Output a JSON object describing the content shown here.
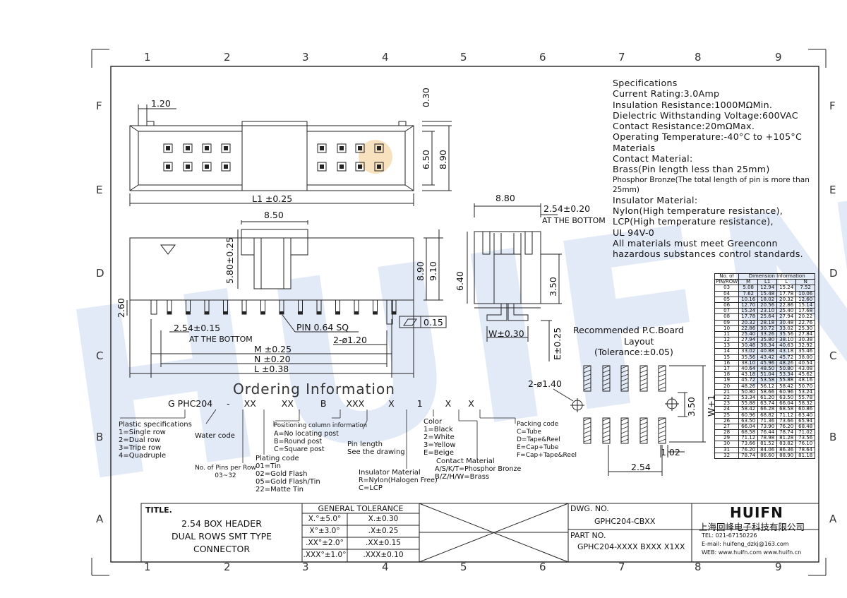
{
  "grid": {
    "columns": [
      "1",
      "2",
      "3",
      "4",
      "5",
      "6",
      "7",
      "8",
      "9"
    ],
    "rows": [
      "F",
      "E",
      "D",
      "C",
      "B",
      "A"
    ]
  },
  "specs": {
    "lines": [
      "Specifications",
      "Current Rating:3.0Amp",
      "Insulation Resistance:1000MΩMin.",
      "Dielectric Withstanding Voltage:600VAC",
      "Contact Resistance:20mΩMax.",
      "Operating Temperature:-40°C to +105°C",
      "Materials",
      "Contact Material:",
      "Brass(Pin length less than 25mm)"
    ],
    "small": "Phosphor Bronze(The total length of pin is more than 25mm)",
    "lines2": [
      "Insulator Material:",
      "Nylon(High temperature resistance),",
      "LCP(High temperature resistance),",
      "UL 94V-0",
      "All materials must meet Greenconn",
      "hazardous substances control standards."
    ]
  },
  "dims_table": {
    "header_top": [
      "No. of",
      "Dimension Information"
    ],
    "header_bottom": [
      "PIN/ROW",
      "M",
      "L1",
      "L",
      "N"
    ],
    "rows": [
      [
        "03",
        "5.08",
        "12.94",
        "15.24",
        "7.52"
      ],
      [
        "04",
        "7.62",
        "15.48",
        "17.78",
        "10.06"
      ],
      [
        "05",
        "10.16",
        "18.02",
        "20.32",
        "12.60"
      ],
      [
        "06",
        "12.70",
        "20.56",
        "22.86",
        "15.14"
      ],
      [
        "07",
        "15.24",
        "23.10",
        "25.40",
        "17.68"
      ],
      [
        "08",
        "17.78",
        "25.64",
        "27.94",
        "20.22"
      ],
      [
        "09",
        "20.32",
        "28.18",
        "30.48",
        "22.76"
      ],
      [
        "10",
        "22.86",
        "30.72",
        "33.02",
        "25.30"
      ],
      [
        "11",
        "25.40",
        "33.26",
        "35.56",
        "27.84"
      ],
      [
        "12",
        "27.94",
        "35.80",
        "38.10",
        "30.38"
      ],
      [
        "13",
        "30.48",
        "38.34",
        "40.63",
        "32.92"
      ],
      [
        "14",
        "33.02",
        "40.88",
        "43.18",
        "35.46"
      ],
      [
        "15",
        "35.56",
        "43.42",
        "45.72",
        "38.00"
      ],
      [
        "16",
        "38.10",
        "45.96",
        "48.26",
        "40.54"
      ],
      [
        "17",
        "40.64",
        "48.50",
        "50.80",
        "43.08"
      ],
      [
        "18",
        "43.18",
        "51.04",
        "53.34",
        "45.62"
      ],
      [
        "19",
        "45.72",
        "53.58",
        "55.88",
        "48.16"
      ],
      [
        "20",
        "48.26",
        "56.12",
        "58.42",
        "50.70"
      ],
      [
        "21",
        "50.80",
        "58.66",
        "60.96",
        "53.24"
      ],
      [
        "22",
        "53.34",
        "61.20",
        "63.50",
        "55.78"
      ],
      [
        "23",
        "55.88",
        "63.74",
        "66.04",
        "58.32"
      ],
      [
        "24",
        "58.42",
        "66.28",
        "68.58",
        "60.86"
      ],
      [
        "25",
        "60.96",
        "68.82",
        "71.12",
        "63.40"
      ],
      [
        "26",
        "63.50",
        "71.36",
        "73.66",
        "65.94"
      ],
      [
        "27",
        "66.04",
        "73.90",
        "76.20",
        "68.48"
      ],
      [
        "28",
        "68.58",
        "76.44",
        "78.74",
        "71.02"
      ],
      [
        "29",
        "71.12",
        "78.98",
        "81.28",
        "73.56"
      ],
      [
        "30",
        "73.66",
        "81.52",
        "83.82",
        "76.10"
      ],
      [
        "31",
        "76.20",
        "84.06",
        "86.36",
        "78.64"
      ],
      [
        "32",
        "78.74",
        "86.60",
        "88.90",
        "81.18"
      ]
    ]
  },
  "drawing": {
    "dim_120": "1.20",
    "dim_030": "0.30",
    "dim_650": "6.50",
    "dim_890": "8.90",
    "dim_L1": "L1 ±0.25",
    "dim_850": "8.50",
    "dim_580": "5.80±0.25",
    "dim_890b": "8.90",
    "dim_910": "9.10",
    "dim_260": "2.60",
    "dim_254": "2.54±0.15",
    "at_bottom": "AT THE BOTTOM",
    "pin_sq": "PIN 0.64 SQ",
    "hole": "2-ø1.20",
    "dim_M": "M ±0.25",
    "dim_N": "N ±0.20",
    "dim_L": "L ±0.38",
    "flat": "0.15",
    "dim_880": "8.80",
    "dim_254b": "2.54±0.20",
    "at_bottom2": "AT THE BOTTOM",
    "dim_640": "6.40",
    "dim_350": "3.50",
    "dim_W": "W±0.30",
    "dim_E": "E±0.25",
    "pcb_title1": "Recommended P.C.Board",
    "pcb_title2": "Layout",
    "pcb_title3": "(Tolerance:±0.05)",
    "pcb_hole": "2-ø1.40",
    "pcb_350": "3.50",
    "pcb_W1": "W+1",
    "pcb_102": "1.02",
    "pcb_254": "2.54",
    "watermark": "HUIFN"
  },
  "ordering": {
    "title": "Ordering Information",
    "code": [
      "G PHC204",
      "-",
      "XX",
      "XX",
      "B",
      "XXX",
      "X",
      "1",
      "X",
      "X"
    ],
    "plastic": [
      "Plastic specifications",
      "1=Single row",
      "2=Dual row",
      "3=Tripe row",
      "4=Quadruple"
    ],
    "water": "Water code",
    "pins": [
      "No. of Pins per Row",
      "03~32"
    ],
    "plating": [
      "Plating code",
      "01=Tin",
      "02=Gold Flash",
      "05=Gold Flash/Tin",
      "22=Matte Tin"
    ],
    "position": [
      "Positioning column information",
      "A=No locating post",
      "B=Round post",
      "C=Square post"
    ],
    "pinlen": [
      "Pin length",
      "See the drawing"
    ],
    "insulator": [
      "Insulator Material",
      "R=Nylon(Halogen Free)",
      "C=LCP"
    ],
    "color": [
      "Color",
      "1=Black",
      "2=White",
      "3=Yellow",
      "E=Beige"
    ],
    "contact": [
      "Contact Material",
      "A/S/K/T=Phosphor Bronze",
      "B/Z/H/W=Brass"
    ],
    "packing": [
      "Packing code",
      "C=Tube",
      "D=Tape&Reel",
      "E=Cap+Tube",
      "F=Cap+Tape&Reel"
    ]
  },
  "title_block": {
    "title_label": "TITLE.",
    "title": [
      "2.54 BOX HEADER",
      "DUAL ROWS SMT TYPE",
      "CONNECTOR"
    ],
    "tol_header": "GENERAL TOLERANCE",
    "tol": [
      [
        "X.°±5.0°",
        "X.±0.30"
      ],
      [
        "X°±3.0°",
        ".X±0.25"
      ],
      [
        ".XX°±2.0°",
        ".XX±0.15"
      ],
      [
        ".XXX°±1.0°",
        ".XXX±0.10"
      ]
    ],
    "dwg_label": "DWG. NO.",
    "dwg_no": "GPHC204-CBXX",
    "part_label": "PART NO.",
    "part_no": "GPHC204-XXXX BXXX X1XX",
    "brand": "HUIFN",
    "company": "上海回峰电子科技有限公司",
    "tel": "TEL: 021-67150226",
    "email": "E-mail: huifeng_dzkj@163.com",
    "web": "WEB: www.huifn.com  www.huifn.cn"
  },
  "colors": {
    "watermark": "#2b63c6",
    "highlight": "#f3c98b"
  }
}
